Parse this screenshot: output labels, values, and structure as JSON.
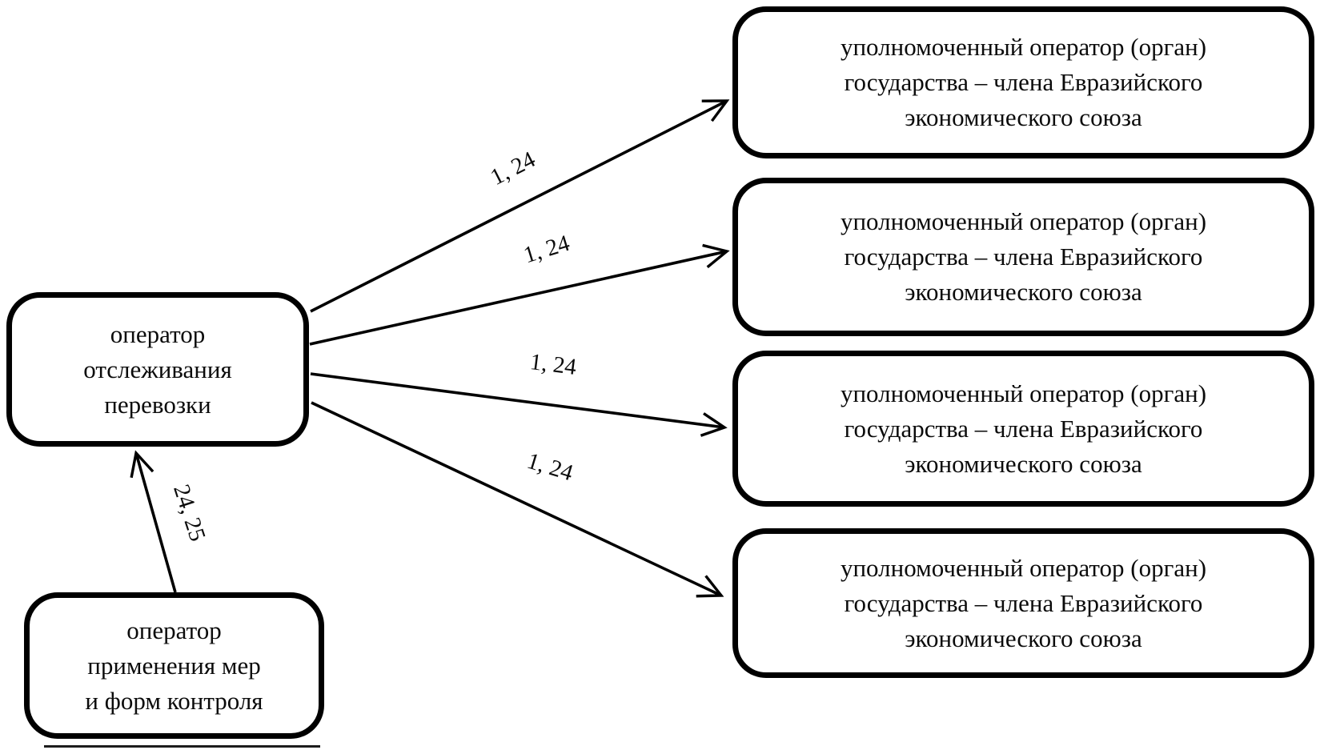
{
  "diagram": {
    "background_color": "#ffffff",
    "line_color": "#000000",
    "nodes": {
      "tracking_operator": {
        "label": "оператор отслеживания перевозки",
        "lines": [
          "оператор",
          "отслеживания",
          "перевозки"
        ]
      },
      "control_operator": {
        "label": "оператор применения мер и форм контроля",
        "lines": [
          "оператор",
          "применения мер",
          "и форм контроля"
        ]
      },
      "authorized_operators": [
        {
          "label": "уполномоченный оператор (орган) государства – члена Евразийского экономического союза",
          "lines": [
            "уполномоченный оператор (орган)",
            "государства – члена Евразийского",
            "экономического союза"
          ]
        },
        {
          "label": "уполномоченный оператор (орган) государства – члена Евразийского экономического союза",
          "lines": [
            "уполномоченный оператор (орган)",
            "государства – члена Евразийского",
            "экономического союза"
          ]
        },
        {
          "label": "уполномоченный оператор (орган) государства – члена Евразийского экономического союза",
          "lines": [
            "уполномоченный оператор (орган)",
            "государства – члена Евразийского",
            "экономического союза"
          ]
        },
        {
          "label": "уполномоченный оператор (орган) государства – члена Евразийского экономического союза",
          "lines": [
            "уполномоченный оператор (орган)",
            "государства – члена Евразийского",
            "экономического союза"
          ]
        }
      ]
    },
    "edges": [
      {
        "from": "tracking_operator",
        "to": "authorized_operator_1",
        "label": "1, 24"
      },
      {
        "from": "tracking_operator",
        "to": "authorized_operator_2",
        "label": "1, 24"
      },
      {
        "from": "tracking_operator",
        "to": "authorized_operator_3",
        "label": "1, 24"
      },
      {
        "from": "tracking_operator",
        "to": "authorized_operator_4",
        "label": "1, 24"
      },
      {
        "from": "control_operator",
        "to": "tracking_operator",
        "label": "24, 25"
      }
    ]
  }
}
